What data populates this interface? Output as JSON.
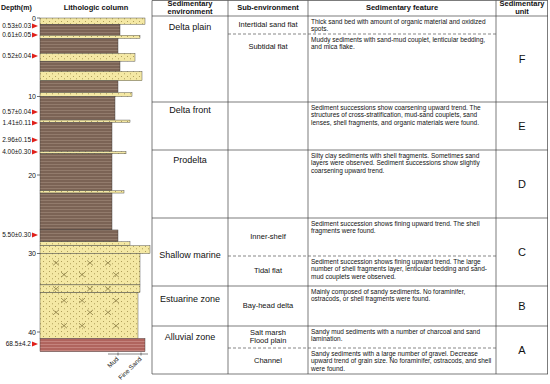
{
  "diagram": {
    "labels": [
      "Depth(m)",
      "Lithologic column",
      "Sedimentary environment",
      "Sub-environment",
      "Sedimentary feature",
      "Sedimentary unit",
      "0",
      "10",
      "20",
      "30",
      "40",
      "0.53±0.03",
      "0.61±0.05",
      "0.52±0.04",
      "0.57±0.04",
      "1.41±0.11",
      "2.96±0.15",
      "4.00±0.30",
      "5.50±0.30",
      "68.5±4.2",
      "Delta plain",
      "Delta front",
      "Prodelta",
      "Shallow marine",
      "Estuarine zone",
      "Alluvial zone",
      "Intertidal sand flat",
      "Subtidal flat",
      "Inner-shelf",
      "Tidal flat",
      "Bay-head delta",
      "Salt marsh Flood plain",
      "Channel",
      "Thick sand bed with amount of organic material and oxidized spots.",
      "Muddy sediments with sand-mud couplet, lenticular bedding, and mica flake.",
      "Sediment successions show coarsening upward trend. The structures of cross-stratification, mud-sand couplets, sand lenses, shell fragments, and organic materials were found.",
      "Silty clay sediments with shell fragments. Sometimes sand layers were observed. Sediment successions show slightly coarsening upward trend.",
      "Sediment succession shows fining upward trend. The shell fragments were found.",
      "Sediment succession shows fining upward trend. The large number of shell fragments layer, lenticular bedding and sand-mud couplets were observed.",
      "Mainly composed of sandy sediments. No foraminifer, ostracods, or shell fragments were found.",
      "Sandy mud sediments with a number of charcoal and sand lamination.",
      "Sandy sediments with a large number of gravel. Decrease upward trend of grain size. No foraminifer, ostracods, and shell were found.",
      "F",
      "E",
      "D",
      "C",
      "B",
      "A",
      "Mud",
      "Fine Sand"
    ]
  }
}
